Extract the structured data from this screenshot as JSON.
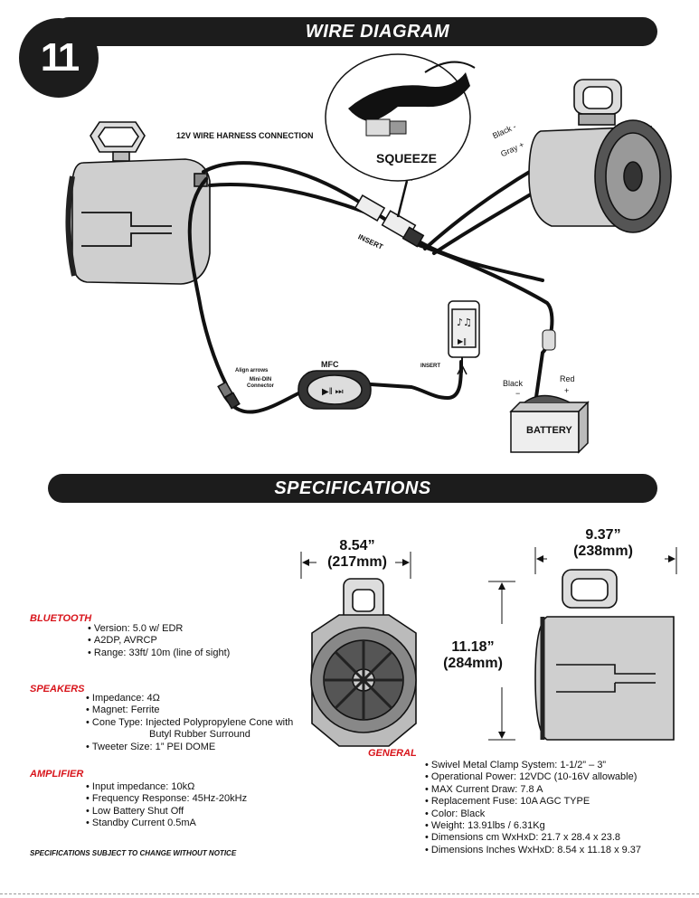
{
  "page_number": "11",
  "wire_diagram": {
    "title": "WIRE DIAGRAM",
    "labels": {
      "harness": "12V WIRE HARNESS CONNECTION",
      "squeeze": "SQUEEZE",
      "insert_plug": "INSERT",
      "insert_phone": "INSERT",
      "black_wire": "Black -",
      "gray_wire": "Gray +",
      "mfc": "MFC",
      "align_arrows": "Align arrows",
      "mini_din": "Mini-DIN Connector",
      "battery": "BATTERY",
      "battery_black": "Black",
      "battery_red": "Red",
      "minus": "−",
      "plus": "+"
    }
  },
  "specifications": {
    "title": "SPECIFICATIONS",
    "dimensions": {
      "width": "8.54”",
      "width_mm": "(217mm)",
      "depth": "9.37”",
      "depth_mm": "(238mm)",
      "height": "11.18”",
      "height_mm": "(284mm)"
    },
    "bluetooth": {
      "title": "BLUETOOTH",
      "items": [
        "Version: 5.0 w/ EDR",
        "A2DP, AVRCP",
        "Range: 33ft/ 10m (line of sight)"
      ]
    },
    "speakers": {
      "title": "SPEAKERS",
      "items": [
        "Impedance: 4Ω",
        "Magnet: Ferrite",
        "Cone Type: Injected Polypropylene Cone with",
        "Tweeter Size: 1” PEI DOME"
      ],
      "cone_continuation": "Butyl Rubber Surround"
    },
    "amplifier": {
      "title": "AMPLIFIER",
      "items": [
        "Input impedance: 10kΩ",
        "Frequency Response: 45Hz-20kHz",
        "Low Battery Shut Off",
        "Standby Current 0.5mA"
      ]
    },
    "general": {
      "title": "GENERAL",
      "items": [
        "Swivel Metal Clamp System: 1-1/2” – 3”",
        "Operational Power: 12VDC (10-16V allowable)",
        "MAX Current Draw: 7.8 A",
        "Replacement Fuse: 10A AGC TYPE",
        "Color: Black",
        "Weight: 13.91lbs / 6.31Kg",
        "Dimensions cm WxHxD: 21.7 x 28.4 x 23.8",
        "Dimensions Inches WxHxD: 8.54 x 11.18 x 9.37"
      ]
    },
    "footer_note": "SPECIFICATIONS SUBJECT TO CHANGE WITHOUT NOTICE"
  }
}
